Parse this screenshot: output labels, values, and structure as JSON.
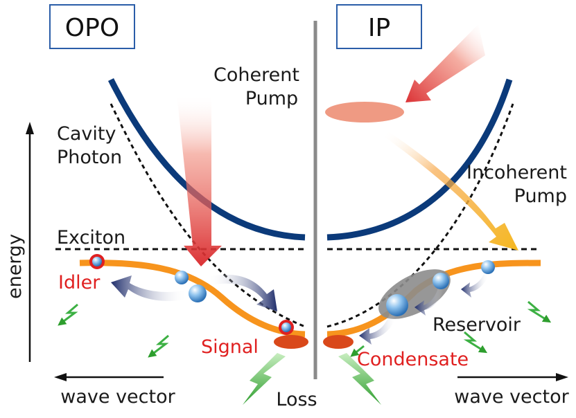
{
  "panels": {
    "left_title": "OPO",
    "right_title": "IP"
  },
  "labels": {
    "coherent_pump_line1": "Coherent",
    "coherent_pump_line2": "Pump",
    "cavity_photon_line1": "Cavity",
    "cavity_photon_line2": "Photon",
    "exciton": "Exciton",
    "energy": "energy",
    "idler": "Idler",
    "signal": "Signal",
    "loss": "Loss",
    "incoherent_pump_line1": "Incoherent",
    "incoherent_pump_line2": "Pump",
    "reservoir": "Reservoir",
    "condensate": "Condensate",
    "wave_vector_left": "wave vector",
    "wave_vector_right": "wave vector"
  },
  "colors": {
    "cavity_photon_curve": "#0b3a7a",
    "lower_polariton_curve": "#f7941d",
    "exciton_line": "#111111",
    "divider": "#8a8a8a",
    "highlight_text": "#e02020",
    "pump_arrow": "#e0372b",
    "incoherent_arrow": "#f39c12",
    "loss_bolt": "#3cb043",
    "scatter_arrow": "#1f2d6b",
    "reservoir": "#8c8c8c",
    "condensate": "#d9481a"
  }
}
